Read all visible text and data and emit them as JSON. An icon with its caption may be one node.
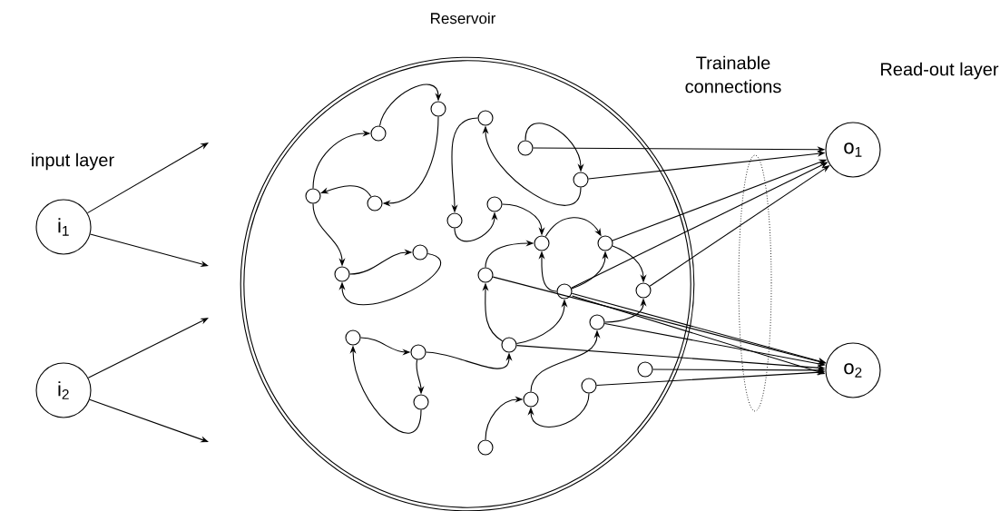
{
  "diagram": {
    "nodes": [
      {
        "text": [
          "i$_{1}$"
        ]
      },
      {
        "text": [
          "i$_{2}$"
        ]
      },
      {
        "text": [
          "Reservoir"
        ]
      },
      {
        "text": [],
        "shape": "circle",
        "in": 2
      },
      {
        "text": [],
        "shape": "circle",
        "in": 2
      },
      {
        "text": [],
        "shape": "circle",
        "in": 2
      },
      {
        "text": [],
        "shape": "circle",
        "in": 2
      },
      {
        "text": [],
        "shape": "circle",
        "in": 2
      },
      {
        "text": [],
        "shape": "circle",
        "in": 2
      },
      {
        "text": [],
        "shape": "circle",
        "in": 2
      },
      {
        "text": [],
        "shape": "circle",
        "in": 2
      },
      {
        "text": [],
        "shape": "circle",
        "in": 2
      },
      {
        "text": [],
        "shape": "circle",
        "in": 2
      },
      {
        "text": [],
        "shape": "circle",
        "in": 2
      },
      {
        "text": [],
        "shape": "circle",
        "in": 2
      },
      {
        "text": [],
        "shape": "circle",
        "in": 2
      },
      {
        "text": [],
        "shape": "circle",
        "in": 2
      },
      {
        "text": [],
        "shape": "circle",
        "in": 2
      },
      {
        "text": [],
        "shape": "circle",
        "in": 2
      },
      {
        "text": [],
        "shape": "circle",
        "in": 2
      },
      {
        "text": [],
        "shape": "circle",
        "in": 2
      },
      {
        "text": [],
        "shape": "circle",
        "in": 2
      },
      {
        "text": [],
        "shape": "circle",
        "in": 2
      },
      {
        "text": [],
        "shape": "circle",
        "in": 2
      },
      {
        "text": [],
        "shape": "circle",
        "in": 2
      },
      {
        "text": [],
        "shape": "circle",
        "in": 2
      },
      {
        "text": [],
        "shape": "circle",
        "in": 2
      },
      {
        "text": [],
        "shape": "circle",
        "in": 2
      },
      {
        "text": [
          "o$_{1}$"
        ]
      },
      {
        "text": [
          "o$_{2}$"
        ]
      }
    ],
    "edges": [
      {
        "from": 0,
        "to": null,
        "arrow": "to"
      },
      {
        "from": 0,
        "to": null,
        "arrow": "to"
      },
      {
        "from": 1,
        "to": null,
        "arrow": "to"
      },
      {
        "from": 1,
        "to": null,
        "arrow": "to"
      },
      {
        "from": 3,
        "to": 4,
        "arrow": "to"
      },
      {
        "from": 4,
        "to": 6,
        "arrow": "to"
      },
      {
        "from": 6,
        "to": 5,
        "arrow": "to"
      },
      {
        "from": 5,
        "to": 3,
        "arrow": "to"
      },
      {
        "from": 5,
        "to": 7,
        "arrow": "to"
      },
      {
        "from": 7,
        "to": 8,
        "arrow": "to"
      },
      {
        "from": 8,
        "to": 7,
        "arrow": "to"
      },
      {
        "from": 9,
        "to": 12,
        "arrow": "to"
      },
      {
        "from": 12,
        "to": 13,
        "arrow": "to"
      },
      {
        "from": 11,
        "to": 9,
        "arrow": "to"
      },
      {
        "from": 10,
        "to": 11,
        "arrow": "to"
      },
      {
        "from": 13,
        "to": 14,
        "arrow": "to"
      },
      {
        "from": 16,
        "to": 14,
        "arrow": "to"
      },
      {
        "from": 14,
        "to": 15,
        "arrow": "to"
      },
      {
        "from": 15,
        "to": 18,
        "arrow": "to"
      },
      {
        "from": 17,
        "to": 14,
        "arrow": "to"
      },
      {
        "from": 17,
        "to": 15,
        "arrow": "to"
      },
      {
        "from": 22,
        "to": 16,
        "arrow": "to"
      },
      {
        "from": 22,
        "to": 17,
        "arrow": "to"
      },
      {
        "from": 19,
        "to": 20,
        "arrow": "to"
      },
      {
        "from": 20,
        "to": 21,
        "arrow": "to"
      },
      {
        "from": 21,
        "to": 19,
        "arrow": "to"
      },
      {
        "from": 20,
        "to": 22,
        "arrow": "to"
      },
      {
        "from": 27,
        "to": 24,
        "arrow": "to"
      },
      {
        "from": 26,
        "to": 24,
        "arrow": "to"
      },
      {
        "from": 24,
        "to": 23,
        "arrow": "to"
      },
      {
        "from": 23,
        "to": 18,
        "arrow": "to"
      },
      {
        "from": 10,
        "to": 28,
        "arrow": "to"
      },
      {
        "from": 11,
        "to": 28,
        "arrow": "to"
      },
      {
        "from": 15,
        "to": 28,
        "arrow": "to"
      },
      {
        "from": 17,
        "to": 28,
        "arrow": "to"
      },
      {
        "from": 18,
        "to": 28,
        "arrow": "to"
      },
      {
        "from": 16,
        "to": 29,
        "arrow": "to"
      },
      {
        "from": 17,
        "to": 29,
        "arrow": "to"
      },
      {
        "from": 17,
        "to": 29,
        "arrow": "to"
      },
      {
        "from": 22,
        "to": 29,
        "arrow": "to"
      },
      {
        "from": 23,
        "to": 29,
        "arrow": "to"
      },
      {
        "from": 25,
        "to": 29,
        "arrow": "to"
      },
      {
        "from": 26,
        "to": 29,
        "arrow": "to"
      }
    ],
    "labels": [
      "input layer",
      "Trainable connections",
      "Read-out layer"
    ]
  }
}
